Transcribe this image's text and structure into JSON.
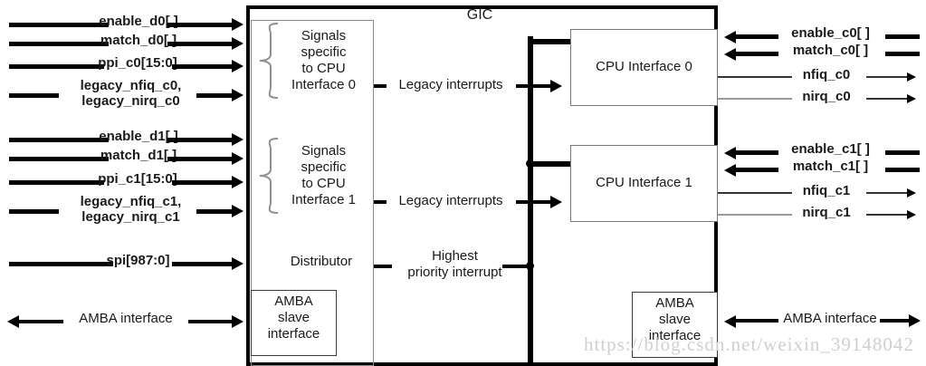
{
  "diagram": {
    "title": "GIC",
    "watermark": "https://blog.csdn.net/weixin_39148042"
  },
  "left_inputs": [
    {
      "label": "enable_d0[ ]"
    },
    {
      "label": "match_d0[ ]"
    },
    {
      "label": "ppi_c0[15:0]"
    },
    {
      "label": "legacy_nfiq_c0,",
      "label2": "legacy_nirq_c0"
    },
    {
      "label": "enable_d1[ ]"
    },
    {
      "label": "match_d1[ ]"
    },
    {
      "label": "ppi_c1[15:0]"
    },
    {
      "label": "legacy_nfiq_c1,",
      "label2": "legacy_nirq_c1"
    },
    {
      "label": "spi[987:0]"
    }
  ],
  "left_amba_label": "AMBA interface",
  "right_amba_label": "AMBA interface",
  "distributor": {
    "group0": {
      "line1": "Signals",
      "line2": "specific",
      "line3": "to CPU",
      "line4": "Interface 0"
    },
    "group1": {
      "line1": "Signals",
      "line2": "specific",
      "line3": "to CPU",
      "line4": "Interface 1"
    },
    "label": "Distributor",
    "amba": {
      "line1": "AMBA",
      "line2": "slave",
      "line3": "interface"
    }
  },
  "internal_links": [
    {
      "label": "Legacy interrupts"
    },
    {
      "label": "Legacy interrupts"
    },
    {
      "label_line1": "Highest",
      "label_line2": "priority interrupt"
    }
  ],
  "cpu_interfaces": [
    {
      "title": "CPU Interface 0"
    },
    {
      "title": "CPU Interface 1"
    }
  ],
  "right_signals": [
    {
      "label": "enable_c0[ ]",
      "dir": "in"
    },
    {
      "label": "match_c0[ ]",
      "dir": "in"
    },
    {
      "label": "nfiq_c0",
      "dir": "out"
    },
    {
      "label": "nirq_c0",
      "dir": "out"
    },
    {
      "label": "enable_c1[ ]",
      "dir": "in"
    },
    {
      "label": "match_c1[ ]",
      "dir": "in"
    },
    {
      "label": "nfiq_c1",
      "dir": "out"
    },
    {
      "label": "nirq_c1",
      "dir": "out"
    }
  ],
  "right_amba": {
    "line1": "AMBA",
    "line2": "slave",
    "line3": "interface"
  }
}
